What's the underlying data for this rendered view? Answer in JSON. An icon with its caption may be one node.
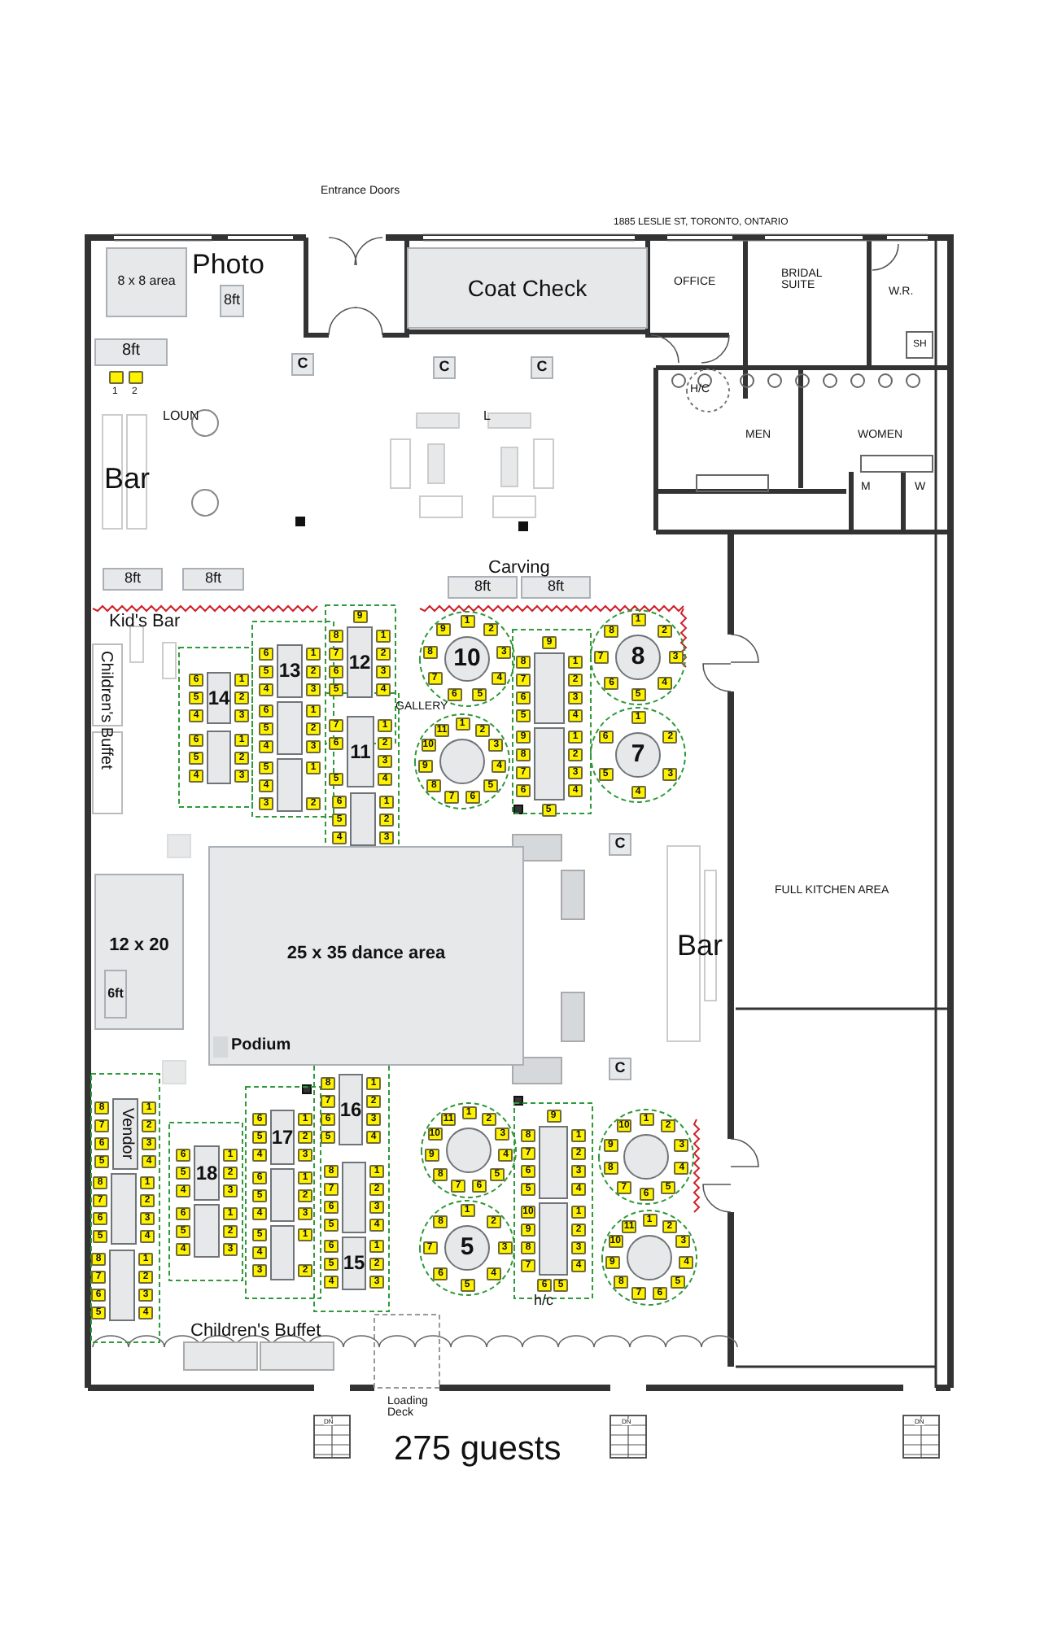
{
  "diagram": {
    "nodes": [
      {
        "text": [
          "8 x 8 area"
        ]
      },
      {
        "text": [
          "8ft"
        ],
        "beside": [
          "Photo"
        ]
      },
      {
        "text": [
          "Coat Check"
        ]
      },
      {
        "text": [
          "8ft"
        ]
      },
      {
        "text": [],
        "shape": "box",
        "beside": [
          "1"
        ]
      },
      {
        "text": [],
        "shape": "box",
        "beside": [
          "2"
        ]
      },
      {
        "text": [
          "C"
        ]
      },
      {
        "text": [
          "C"
        ]
      },
      {
        "text": [
          "C"
        ]
      },
      {
        "text": [
          "8ft"
        ]
      },
      {
        "text": [
          "8ft"
        ]
      },
      {
        "text": [
          "8ft"
        ]
      },
      {
        "text": [
          "8ft"
        ]
      },
      {
        "text": [
          "14"
        ]
      },
      {
        "text": [
          "6"
        ]
      },
      {
        "text": [
          "1"
        ]
      },
      {
        "text": [
          "5"
        ]
      },
      {
        "text": [
          "2"
        ]
      },
      {
        "text": [
          "4"
        ]
      },
      {
        "text": [
          "3"
        ]
      },
      {
        "text": [],
        "shape": "box"
      },
      {
        "text": [
          "6"
        ]
      },
      {
        "text": [
          "1"
        ]
      },
      {
        "text": [
          "5"
        ]
      },
      {
        "text": [
          "2"
        ]
      },
      {
        "text": [
          "4"
        ]
      },
      {
        "text": [
          "3"
        ]
      },
      {
        "text": [
          "13"
        ]
      },
      {
        "text": [
          "6"
        ]
      },
      {
        "text": [
          "1"
        ]
      },
      {
        "text": [
          "5"
        ]
      },
      {
        "text": [
          "2"
        ]
      },
      {
        "text": [
          "4"
        ]
      },
      {
        "text": [
          "3"
        ]
      },
      {
        "text": [],
        "shape": "box"
      },
      {
        "text": [
          "6"
        ]
      },
      {
        "text": [
          "1"
        ]
      },
      {
        "text": [
          "5"
        ]
      },
      {
        "text": [
          "2"
        ]
      },
      {
        "text": [
          "4"
        ]
      },
      {
        "text": [
          "3"
        ]
      },
      {
        "text": [],
        "shape": "box"
      },
      {
        "text": [
          "5"
        ]
      },
      {
        "text": [
          "1"
        ]
      },
      {
        "text": [
          "4"
        ]
      },
      {
        "text": [
          "3"
        ]
      },
      {
        "text": [
          "2"
        ]
      },
      {
        "text": [
          "12"
        ]
      },
      {
        "text": [
          "9"
        ]
      },
      {
        "text": [
          "8"
        ]
      },
      {
        "text": [
          "1"
        ]
      },
      {
        "text": [
          "7"
        ]
      },
      {
        "text": [
          "2"
        ]
      },
      {
        "text": [
          "6"
        ]
      },
      {
        "text": [
          "3"
        ]
      },
      {
        "text": [
          "5"
        ]
      },
      {
        "text": [
          "4"
        ]
      },
      {
        "text": [
          "11"
        ]
      },
      {
        "text": [
          "7"
        ]
      },
      {
        "text": [
          "1"
        ]
      },
      {
        "text": [
          "6"
        ]
      },
      {
        "text": [
          "2"
        ]
      },
      {
        "text": [
          "3"
        ]
      },
      {
        "text": [
          "5"
        ]
      },
      {
        "text": [
          "4"
        ]
      },
      {
        "text": [],
        "shape": "box"
      },
      {
        "text": [
          "6"
        ]
      },
      {
        "text": [
          "1"
        ]
      },
      {
        "text": [
          "5"
        ]
      },
      {
        "text": [
          "2"
        ]
      },
      {
        "text": [
          "4"
        ]
      },
      {
        "text": [
          "3"
        ]
      },
      {
        "text": [
          "10"
        ]
      },
      {
        "text": [
          "1"
        ]
      },
      {
        "text": [
          "2"
        ]
      },
      {
        "text": [
          "3"
        ]
      },
      {
        "text": [
          "4"
        ]
      },
      {
        "text": [
          "5"
        ]
      },
      {
        "text": [
          "6"
        ]
      },
      {
        "text": [
          "7"
        ]
      },
      {
        "text": [
          "8"
        ]
      },
      {
        "text": [
          "9"
        ]
      },
      {
        "text": [],
        "shape": "circle"
      },
      {
        "text": [
          "1"
        ]
      },
      {
        "text": [
          "2"
        ]
      },
      {
        "text": [
          "3"
        ]
      },
      {
        "text": [
          "4"
        ]
      },
      {
        "text": [
          "5"
        ]
      },
      {
        "text": [
          "6"
        ]
      },
      {
        "text": [
          "7"
        ]
      },
      {
        "text": [
          "8"
        ]
      },
      {
        "text": [
          "9"
        ]
      },
      {
        "text": [
          "10"
        ]
      },
      {
        "text": [
          "11"
        ]
      },
      {
        "text": [],
        "shape": "box"
      },
      {
        "text": [
          "9"
        ]
      },
      {
        "text": [
          "8"
        ]
      },
      {
        "text": [
          "1"
        ]
      },
      {
        "text": [
          "7"
        ]
      },
      {
        "text": [
          "2"
        ]
      },
      {
        "text": [
          "6"
        ]
      },
      {
        "text": [
          "3"
        ]
      },
      {
        "text": [
          "5"
        ]
      },
      {
        "text": [
          "4"
        ]
      },
      {
        "text": [],
        "shape": "box"
      },
      {
        "text": [
          "9"
        ]
      },
      {
        "text": [
          "1"
        ]
      },
      {
        "text": [
          "8"
        ]
      },
      {
        "text": [
          "2"
        ]
      },
      {
        "text": [
          "7"
        ]
      },
      {
        "text": [
          "3"
        ]
      },
      {
        "text": [
          "6"
        ]
      },
      {
        "text": [
          "4"
        ]
      },
      {
        "text": [
          "5"
        ]
      },
      {
        "text": [
          "8"
        ]
      },
      {
        "text": [
          "1"
        ]
      },
      {
        "text": [
          "2"
        ]
      },
      {
        "text": [
          "3"
        ]
      },
      {
        "text": [
          "4"
        ]
      },
      {
        "text": [
          "5"
        ]
      },
      {
        "text": [
          "6"
        ]
      },
      {
        "text": [
          "7"
        ]
      },
      {
        "text": [
          "8"
        ]
      },
      {
        "text": [
          "7"
        ]
      },
      {
        "text": [
          "1"
        ]
      },
      {
        "text": [
          "2"
        ]
      },
      {
        "text": [
          "3"
        ]
      },
      {
        "text": [
          "4"
        ]
      },
      {
        "text": [
          "5"
        ]
      },
      {
        "text": [
          "6"
        ]
      },
      {
        "text": [
          "12 x 20"
        ]
      },
      {
        "text": [
          "6ft"
        ],
        "in": 130
      },
      {
        "text": [
          "25 x 35 dance area"
        ]
      },
      {
        "text": [
          "Podium"
        ],
        "in": 132
      },
      {
        "text": [
          "C"
        ]
      },
      {
        "text": [
          "C"
        ]
      },
      {
        "text": [
          "Vendor"
        ]
      },
      {
        "text": [
          "8"
        ]
      },
      {
        "text": [
          "1"
        ]
      },
      {
        "text": [
          "7"
        ]
      },
      {
        "text": [
          "2"
        ]
      },
      {
        "text": [
          "6"
        ]
      },
      {
        "text": [
          "3"
        ]
      },
      {
        "text": [
          "5"
        ]
      },
      {
        "text": [
          "4"
        ]
      },
      {
        "text": [],
        "shape": "box"
      },
      {
        "text": [
          "8"
        ]
      },
      {
        "text": [
          "1"
        ]
      },
      {
        "text": [
          "7"
        ]
      },
      {
        "text": [
          "2"
        ]
      },
      {
        "text": [
          "6"
        ]
      },
      {
        "text": [
          "3"
        ]
      },
      {
        "text": [
          "5"
        ]
      },
      {
        "text": [
          "4"
        ]
      },
      {
        "text": [],
        "shape": "box"
      },
      {
        "text": [
          "8"
        ]
      },
      {
        "text": [
          "1"
        ]
      },
      {
        "text": [
          "7"
        ]
      },
      {
        "text": [
          "2"
        ]
      },
      {
        "text": [
          "6"
        ]
      },
      {
        "text": [
          "3"
        ]
      },
      {
        "text": [
          "5"
        ]
      },
      {
        "text": [
          "4"
        ]
      },
      {
        "text": [
          "18"
        ]
      },
      {
        "text": [
          "6"
        ]
      },
      {
        "text": [
          "1"
        ]
      },
      {
        "text": [
          "5"
        ]
      },
      {
        "text": [
          "2"
        ]
      },
      {
        "text": [
          "4"
        ]
      },
      {
        "text": [
          "3"
        ]
      },
      {
        "text": [],
        "shape": "box"
      },
      {
        "text": [
          "6"
        ]
      },
      {
        "text": [
          "1"
        ]
      },
      {
        "text": [
          "5"
        ]
      },
      {
        "text": [
          "2"
        ]
      },
      {
        "text": [
          "4"
        ]
      },
      {
        "text": [
          "3"
        ]
      },
      {
        "text": [
          "17"
        ]
      },
      {
        "text": [
          "6"
        ]
      },
      {
        "text": [
          "1"
        ]
      },
      {
        "text": [
          "5"
        ]
      },
      {
        "text": [
          "2"
        ]
      },
      {
        "text": [
          "4"
        ]
      },
      {
        "text": [
          "3"
        ]
      },
      {
        "text": [],
        "shape": "box"
      },
      {
        "text": [
          "6"
        ]
      },
      {
        "text": [
          "1"
        ]
      },
      {
        "text": [
          "5"
        ]
      },
      {
        "text": [
          "2"
        ]
      },
      {
        "text": [
          "4"
        ]
      },
      {
        "text": [
          "3"
        ]
      },
      {
        "text": [],
        "shape": "box"
      },
      {
        "text": [
          "5"
        ]
      },
      {
        "text": [
          "1"
        ]
      },
      {
        "text": [
          "4"
        ]
      },
      {
        "text": [
          "3"
        ]
      },
      {
        "text": [
          "2"
        ]
      },
      {
        "text": [
          "16"
        ]
      },
      {
        "text": [
          "8"
        ]
      },
      {
        "text": [
          "1"
        ]
      },
      {
        "text": [
          "7"
        ]
      },
      {
        "text": [
          "2"
        ]
      },
      {
        "text": [
          "6"
        ]
      },
      {
        "text": [
          "3"
        ]
      },
      {
        "text": [
          "5"
        ]
      },
      {
        "text": [
          "4"
        ]
      },
      {
        "text": [],
        "shape": "box"
      },
      {
        "text": [
          "8"
        ]
      },
      {
        "text": [
          "1"
        ]
      },
      {
        "text": [
          "7"
        ]
      },
      {
        "text": [
          "2"
        ]
      },
      {
        "text": [
          "6"
        ]
      },
      {
        "text": [
          "3"
        ]
      },
      {
        "text": [
          "5"
        ]
      },
      {
        "text": [
          "4"
        ]
      },
      {
        "text": [
          "15"
        ]
      },
      {
        "text": [
          "6"
        ]
      },
      {
        "text": [
          "1"
        ]
      },
      {
        "text": [
          "5"
        ]
      },
      {
        "text": [
          "2"
        ]
      },
      {
        "text": [
          "4"
        ]
      },
      {
        "text": [
          "3"
        ]
      },
      {
        "text": [],
        "shape": "circle"
      },
      {
        "text": [
          "1"
        ]
      },
      {
        "text": [
          "2"
        ]
      },
      {
        "text": [
          "3"
        ]
      },
      {
        "text": [
          "4"
        ]
      },
      {
        "text": [
          "5"
        ]
      },
      {
        "text": [
          "6"
        ]
      },
      {
        "text": [
          "7"
        ]
      },
      {
        "text": [
          "8"
        ]
      },
      {
        "text": [
          "9"
        ]
      },
      {
        "text": [
          "10"
        ]
      },
      {
        "text": [
          "11"
        ]
      },
      {
        "text": [
          "5"
        ]
      },
      {
        "text": [
          "1"
        ]
      },
      {
        "text": [
          "2"
        ]
      },
      {
        "text": [
          "3"
        ]
      },
      {
        "text": [
          "4"
        ]
      },
      {
        "text": [
          "5"
        ]
      },
      {
        "text": [
          "6"
        ]
      },
      {
        "text": [
          "7"
        ]
      },
      {
        "text": [
          "8"
        ]
      },
      {
        "text": [],
        "shape": "box"
      },
      {
        "text": [
          "9"
        ]
      },
      {
        "text": [
          "8"
        ]
      },
      {
        "text": [
          "1"
        ]
      },
      {
        "text": [
          "7"
        ]
      },
      {
        "text": [
          "2"
        ]
      },
      {
        "text": [
          "6"
        ]
      },
      {
        "text": [
          "3"
        ]
      },
      {
        "text": [
          "5"
        ]
      },
      {
        "text": [
          "4"
        ]
      },
      {
        "text": [],
        "shape": "box"
      },
      {
        "text": [
          "10"
        ]
      },
      {
        "text": [
          "1"
        ]
      },
      {
        "text": [
          "9"
        ]
      },
      {
        "text": [
          "2"
        ]
      },
      {
        "text": [
          "8"
        ]
      },
      {
        "text": [
          "3"
        ]
      },
      {
        "text": [
          "7"
        ]
      },
      {
        "text": [
          "4"
        ]
      },
      {
        "text": [
          "6"
        ]
      },
      {
        "text": [
          "5"
        ]
      },
      {
        "text": [],
        "shape": "circle"
      },
      {
        "text": [
          "1"
        ]
      },
      {
        "text": [
          "2"
        ]
      },
      {
        "text": [
          "3"
        ]
      },
      {
        "text": [
          "4"
        ]
      },
      {
        "text": [
          "5"
        ]
      },
      {
        "text": [
          "6"
        ]
      },
      {
        "text": [
          "7"
        ]
      },
      {
        "text": [
          "8"
        ]
      },
      {
        "text": [
          "9"
        ]
      },
      {
        "text": [
          "10"
        ]
      },
      {
        "text": [],
        "shape": "circle"
      },
      {
        "text": [
          "1"
        ]
      },
      {
        "text": [
          "2"
        ]
      },
      {
        "text": [
          "3"
        ]
      },
      {
        "text": [
          "4"
        ]
      },
      {
        "text": [
          "5"
        ]
      },
      {
        "text": [
          "6"
        ]
      },
      {
        "text": [
          "7"
        ]
      },
      {
        "text": [
          "8"
        ]
      },
      {
        "text": [
          "9"
        ]
      },
      {
        "text": [
          "10"
        ]
      },
      {
        "text": [
          "11"
        ]
      }
    ],
    "labels": [
      "1885 LESLIE ST, TORONTO, ONTARIO",
      "Entrance Doors",
      "OFFICE",
      "BRIDAL SUITE",
      "W.R.",
      "SH",
      "H/C",
      "MEN",
      "WOMEN",
      "LOUN",
      "L",
      "Bar",
      "M",
      "W",
      "Carving",
      "Kid's Bar",
      "Children's Buffet",
      "GALLERY",
      "Bar",
      "FULL KITCHEN AREA",
      "h/c",
      "Children's Buffet",
      "Loading Deck",
      "DN",
      "DN",
      "DN",
      "275 guests"
    ]
  }
}
